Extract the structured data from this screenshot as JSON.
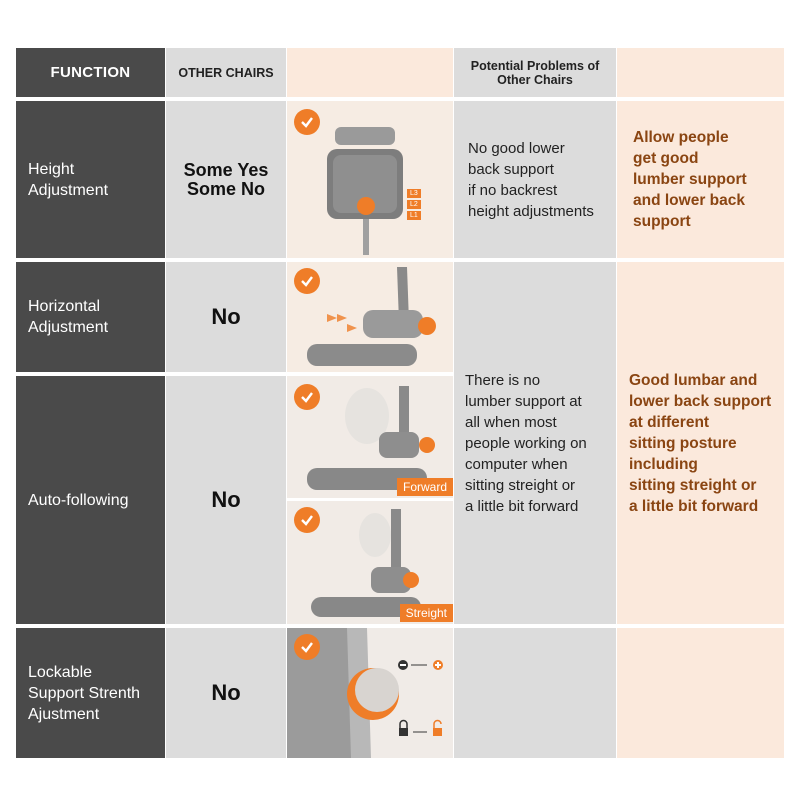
{
  "header": {
    "function": "FUNCTION",
    "other_chairs": "OTHER CHAIRS",
    "problems": "Potential Problems of Other Chairs"
  },
  "rows": [
    {
      "function": "Height\nAdjustment",
      "other": "Some Yes\nSome No"
    },
    {
      "function": "Horizontal\nAdjustment",
      "other": "No"
    },
    {
      "function": "Auto-following",
      "other": "No"
    },
    {
      "function": "Lockable\nSupport Strenth\nAjustment",
      "other": "No"
    }
  ],
  "problems": [
    "No good lower\nback support\nif no backrest\nheight adjustments",
    "There is no\nlumber support at\nall when most\npeople working on\ncomputer when\nsitting streight or\na little bit forward"
  ],
  "advantages": [
    "Allow people\nget good\nlumber support\nand lower back\nsupport",
    "Good lumbar and\nlower back support\nat different\nsitting posture\nincluding\nsitting streight or\na little bit forward"
  ],
  "image_labels": {
    "levels": [
      "L3",
      "L2",
      "L1"
    ],
    "forward": "Forward",
    "streight": "Streight"
  },
  "icons": [
    "check-icon",
    "arrow-icon",
    "minus-plus-icon",
    "lock-unlock-icon"
  ],
  "colors": {
    "accent": "#ef7d28",
    "dark": "#4a4a4a",
    "grey": "#dcdcdc",
    "peach": "#fbe9dc",
    "advantage_text": "#8a4512"
  }
}
